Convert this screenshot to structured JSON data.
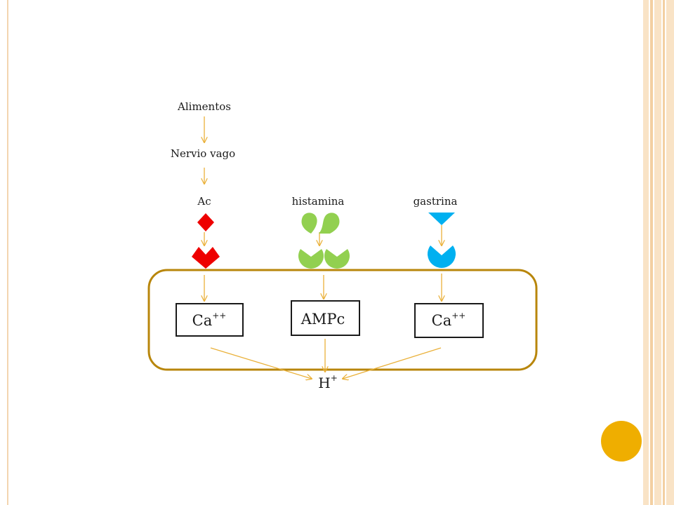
{
  "labels": {
    "alimentos": "Alimentos",
    "nervio_vago": "Nervio  vago",
    "ac": "Ac",
    "histamina": "histamina",
    "gastrina": "gastrina"
  },
  "boxes": {
    "left": {
      "base": "Ca",
      "sup": "++"
    },
    "middle": {
      "base": "AMPc"
    },
    "right": {
      "base": "Ca",
      "sup": "++"
    }
  },
  "output": {
    "base": "H",
    "sup": "+"
  },
  "colors": {
    "arrow": "#eab13a",
    "cell_border": "#b8860b",
    "acetylcholine": "#ee0000",
    "histamine": "#92d050",
    "gastrin": "#00b0f0",
    "accent": "#efae00",
    "stripe_light": "#f9e3c6",
    "stripe_dark": "#f3d0a2"
  }
}
